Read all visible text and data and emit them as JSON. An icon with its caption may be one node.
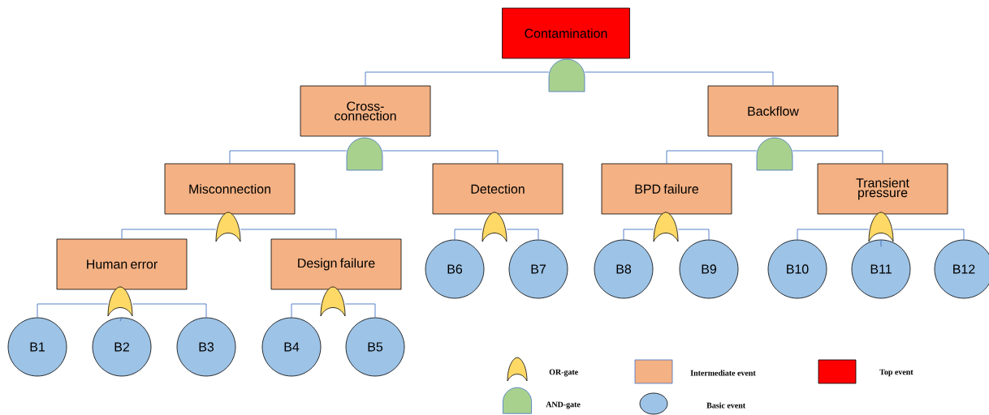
{
  "diagram": {
    "nodes": [
      {
        "text": [
          "Contamination"
        ]
      },
      {
        "text": [],
        "shape": "arch"
      },
      {
        "text": [
          "Cross- connection"
        ]
      },
      {
        "text": [
          "Backflow"
        ]
      },
      {
        "text": [],
        "shape": "arch"
      },
      {
        "text": [],
        "shape": "arch"
      },
      {
        "text": [
          "Misconnection"
        ]
      },
      {
        "text": [
          "Detection"
        ]
      },
      {
        "text": [
          "BPD failure"
        ]
      },
      {
        "text": [
          "Transient pressure"
        ]
      },
      {
        "text": [],
        "shape": "crescent"
      },
      {
        "text": [],
        "shape": "crescent"
      },
      {
        "text": [],
        "shape": "crescent"
      },
      {
        "text": [],
        "shape": "crescent"
      },
      {
        "text": [
          "Human error"
        ]
      },
      {
        "text": [
          "Design failure"
        ]
      },
      {
        "text": [
          "B6"
        ]
      },
      {
        "text": [
          "B7"
        ]
      },
      {
        "text": [
          "B8"
        ]
      },
      {
        "text": [
          "B9"
        ]
      },
      {
        "text": [
          "B10"
        ]
      },
      {
        "text": [
          "B11"
        ]
      },
      {
        "text": [
          "B12"
        ]
      },
      {
        "text": [],
        "shape": "crescent"
      },
      {
        "text": [],
        "shape": "crescent"
      },
      {
        "text": [
          "B1"
        ]
      },
      {
        "text": [
          "B2"
        ]
      },
      {
        "text": [
          "B3"
        ]
      },
      {
        "text": [
          "B4"
        ]
      },
      {
        "text": [
          "B5"
        ]
      }
    ],
    "edges": [
      {
        "from": 1,
        "to": 2,
        "arrow": "none"
      },
      {
        "from": 1,
        "to": 3,
        "arrow": "none"
      },
      {
        "from": 4,
        "to": 6,
        "arrow": "none"
      },
      {
        "from": 4,
        "to": 7,
        "arrow": "none"
      },
      {
        "from": 5,
        "to": 8,
        "arrow": "none"
      },
      {
        "from": 5,
        "to": 9,
        "arrow": "none"
      },
      {
        "from": 10,
        "to": 14,
        "arrow": "none"
      },
      {
        "from": 10,
        "to": 15,
        "arrow": "none"
      },
      {
        "from": 11,
        "to": 16,
        "arrow": "none"
      },
      {
        "from": 11,
        "to": 17,
        "arrow": "none"
      },
      {
        "from": 12,
        "to": 18,
        "arrow": "none"
      },
      {
        "from": 12,
        "to": 19,
        "arrow": "none"
      },
      {
        "from": 13,
        "to": 20,
        "arrow": "none"
      },
      {
        "from": 13,
        "to": 21,
        "arrow": "none"
      },
      {
        "from": 13,
        "to": 22,
        "arrow": "none"
      },
      {
        "from": 23,
        "to": 25,
        "arrow": "none"
      },
      {
        "from": 23,
        "to": 26,
        "arrow": "none"
      },
      {
        "from": 23,
        "to": 27,
        "arrow": "none"
      },
      {
        "from": 24,
        "to": 28,
        "arrow": "none"
      },
      {
        "from": 24,
        "to": 29,
        "arrow": "none"
      }
    ],
    "legend": [
      {
        "text": "OR-gate"
      },
      {
        "text": "Intermediate event",
        "color": "#f4b183"
      },
      {
        "text": "Top event",
        "color": "#ff0000"
      },
      {
        "text": "AND-gate"
      },
      {
        "text": "Basic event",
        "color": "#9dc3e6"
      }
    ]
  }
}
